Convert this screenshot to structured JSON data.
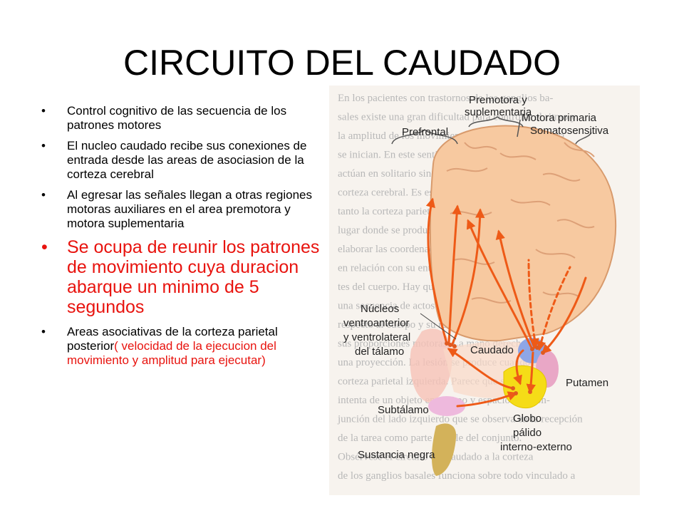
{
  "slide": {
    "title": "CIRCUITO DEL CAUDADO",
    "bullets": [
      {
        "text": "Control cognitivo de las secuencia de los patrones motores"
      },
      {
        "text": "El nucleo caudado recibe sus conexiones de entrada desde las areas de asociasion de la corteza cerebral"
      },
      {
        "text": "Al egresar las señales llegan a otras regiones motoras auxiliares en el area  premotora y motora suplementaria"
      },
      {
        "text": "Se ocupa de reunir los patrones de movimiento cuya duracion abarque un minimo de 5 segundos"
      },
      {
        "text": "Areas asociativas de la corteza parietal posterior",
        "text_red": "( velocidad de la ejecucion del movimiento y amplitud para ejecutar)"
      }
    ]
  },
  "figure": {
    "labels": {
      "premotora_1": "Premotora y",
      "premotora_2": "suplementaria",
      "prefrontal": "Prefrontal",
      "motora": "Motora primaria",
      "somato": "Somatosensitiva",
      "nucleos_1": "Núcleos",
      "nucleos_2": "ventroanterior",
      "nucleos_3": "y ventrolateral",
      "nucleos_4": "del tálamo",
      "caudado": "Caudado",
      "putamen": "Putamen",
      "subtalamo": "Subtálamo",
      "globo_1": "Globo",
      "globo_2": "pálido",
      "globo_3": "interno-externo",
      "sustancia": "Sustancia negra"
    },
    "background_text": [
      "En los pacientes con trastornos de los ganglios ba-",
      "sales existe una gran dificultad para controlar el ritmo y",
      "la amplitud de los movimientos, y a veces ni siquiera",
      "se inician. En este sentido, los ganglios basales no",
      "actúan en solitario sino en estrecha asociación con la",
      "corteza cerebral. Es especialmente importante",
      "tanto la corteza parietal posterior, aquel",
      "lugar donde se producen las especiales para",
      "elaborar las coordenadas espaciales del cuerpo",
      "en relación con su entorno, como el tiempo y sus par-",
      "tes del cuerpo. Hay que considerar de qué manera como",
      "una secuencia de actos motores parietal posterior",
      "respecto al cuerpo y su relación con su entorno,",
      "sus proporciones motoras. La mano derecha es",
      "una proyección. La lesión se produce cuando se la",
      "corteza parietal izquierda. Parece que siempre",
      "intenta de un objeto en tiempo y espacio con con-",
      "junción del lado izquierdo que se observa en la recepción",
      "de la tarea como parte visible del conjunto.",
      "Obsérvese el circuito del caudado a la corteza",
      "de los ganglios basales funciona sobre todo vinculado a"
    ]
  }
}
